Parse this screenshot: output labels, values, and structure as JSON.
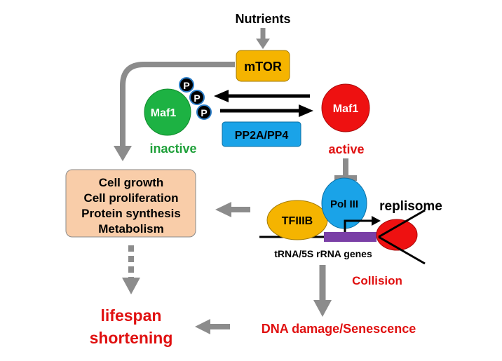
{
  "labels": {
    "nutrients": "Nutrients",
    "mtor": "mTOR",
    "maf1_inactive_node": "Maf1",
    "maf1_active_node": "Maf1",
    "phospho": "P",
    "inactive": "inactive",
    "active": "active",
    "pp2a_pp4": "PP2A/PP4",
    "outcomes": [
      "Cell growth",
      "Cell proliferation",
      "Protein synthesis",
      "Metabolism"
    ],
    "tfiiib": "TFIIIB",
    "pol3": "Pol III",
    "replisome": "replisome",
    "genes": "tRNA/5S rRNA genes",
    "collision": "Collision",
    "dna_damage": "DNA damage/Senescence",
    "lifespan_line1": "lifespan",
    "lifespan_line2": "shortening"
  },
  "colors": {
    "arrow_gray": "#8c8c8c",
    "mtor_fill": "#f5b400",
    "maf1_inactive_fill": "#1db243",
    "maf1_active_fill": "#ee1111",
    "pp2a_fill": "#1aa3e8",
    "outcome_fill": "#f9cda9",
    "tfiiib_fill": "#f5b400",
    "pol3_fill": "#1aa3e8",
    "gene_fill": "#7a3fa6",
    "replisome_fill": "#ee1111",
    "green_text": "#1fa03a",
    "red_text": "#e01010"
  }
}
